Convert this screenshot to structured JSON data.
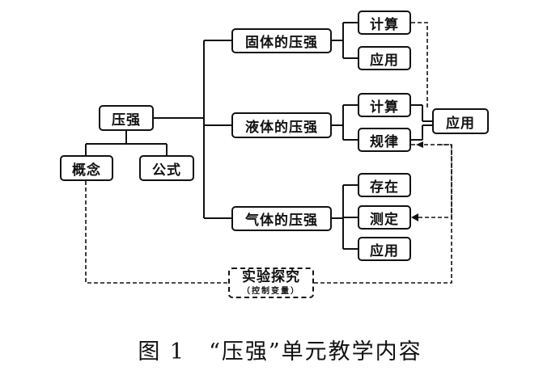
{
  "nodes": {
    "pressure": "压强",
    "concept": "概念",
    "formula": "公式",
    "solid": "固体的压强",
    "liquid": "液体的压强",
    "gas": "气体的压强",
    "solid_calc": "计算",
    "solid_apply": "应用",
    "liquid_calc": "计算",
    "liquid_law": "规律",
    "gas_exist": "存在",
    "gas_measure": "测定",
    "gas_apply": "应用",
    "shared_apply": "应用",
    "experiment": "实验探究",
    "experiment_sub": "（控制变量）"
  },
  "caption": "图 1　“压强”单元教学内容"
}
